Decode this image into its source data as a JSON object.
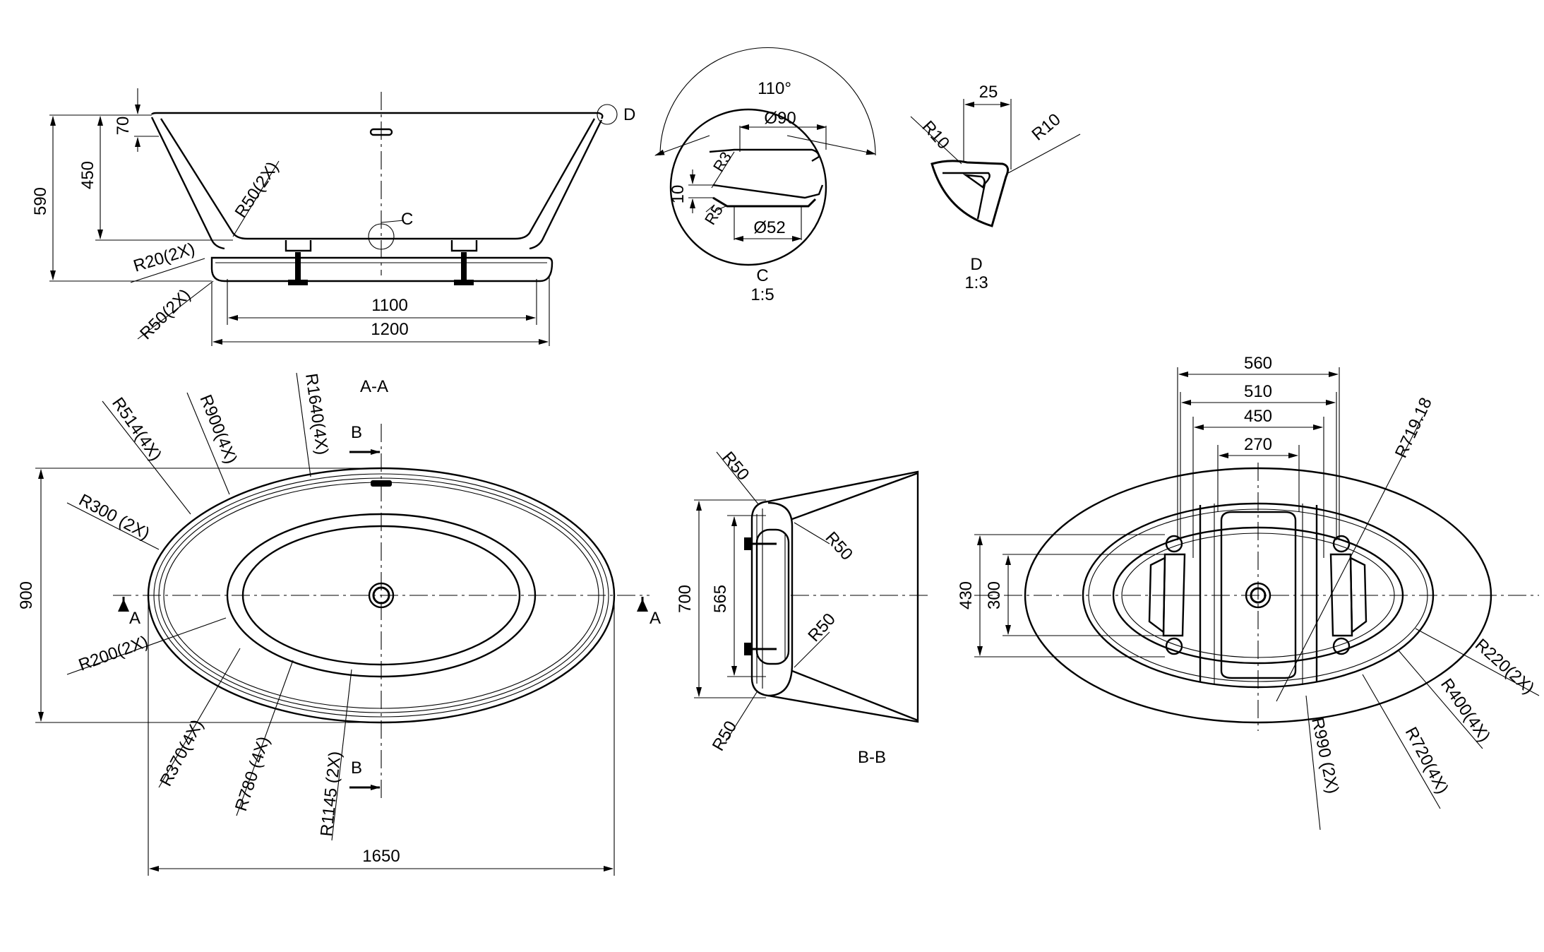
{
  "side_view": {
    "dims": {
      "d70": "70",
      "d450": "450",
      "d590": "590",
      "d1100": "1100",
      "d1200": "1200"
    },
    "radii": {
      "r50_2x": "R50(2X)",
      "r20_2x": "R20(2X)",
      "r50_2x_b": "R50(2X)"
    },
    "detail_c_marker": "C",
    "detail_d_marker": "D"
  },
  "detail_c": {
    "angle": "110°",
    "dia90": "Ø90",
    "dia52": "Ø52",
    "h10": "10",
    "r3": "R3",
    "r5": "R5",
    "title": "C",
    "scale": "1:5"
  },
  "detail_d": {
    "w25": "25",
    "r10_left": "R10",
    "r10_right": "R10",
    "title": "D",
    "scale": "1:3"
  },
  "section_aa": {
    "title": "A-A",
    "radii": {
      "r514": "R514(4X)",
      "r900": "R900(4X)",
      "r1640": "R1640(4X)",
      "r300": "R300 (2X)",
      "r200": "R200(2X)",
      "r370": "R370(4X)",
      "r780": "R780 (4X)",
      "r1145": "R1145 (2X)"
    },
    "dims": {
      "d900": "900",
      "d1650": "1650"
    },
    "cut_a": "A",
    "cut_b": "B"
  },
  "section_bb": {
    "title": "B-B",
    "dims": {
      "d700": "700",
      "d565": "565"
    },
    "radii": {
      "r50_tl": "R50",
      "r50_inner_top": "R50",
      "r50_inner_bot": "R50",
      "r50_bl": "R50"
    }
  },
  "bottom_view": {
    "dims": {
      "d560": "560",
      "d510": "510",
      "d450": "450",
      "d270": "270",
      "d430": "430",
      "d300": "300"
    },
    "radii": {
      "r719": "R719.18",
      "r220": "R220(2X)",
      "r400": "R400(4X)",
      "r720": "R720(4X)",
      "r990": "R990 (2X)"
    }
  }
}
